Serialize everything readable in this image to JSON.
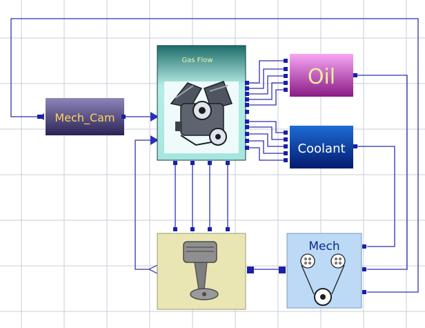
{
  "blocks": {
    "mech_cam": {
      "label": "Mech_Cam"
    },
    "gas_flow": {
      "label": "Gas Flow",
      "icon": "engine-icon"
    },
    "oil": {
      "label": "Oil"
    },
    "coolant": {
      "label": "Coolant"
    },
    "piston": {
      "icon": "piston-icon"
    },
    "mech": {
      "label": "Mech",
      "icon": "belt-pulley-icon"
    }
  },
  "colors": {
    "grid": "#c9ced8",
    "wire": "#2b2fb5",
    "port": "#1a1fa8",
    "mech_cam_top": "#8e84b8",
    "mech_cam_bottom": "#2a2455",
    "gas_flow_top": "#1d6d6a",
    "gas_flow_mid": "#b7ece6",
    "oil_top": "#f6a6f4",
    "oil_bottom": "#8a1a86",
    "coolant_top": "#1d6cd4",
    "coolant_bottom": "#041a6e",
    "piston_fill": "#e9e6b4",
    "mech_fill": "#bcd9f5"
  }
}
